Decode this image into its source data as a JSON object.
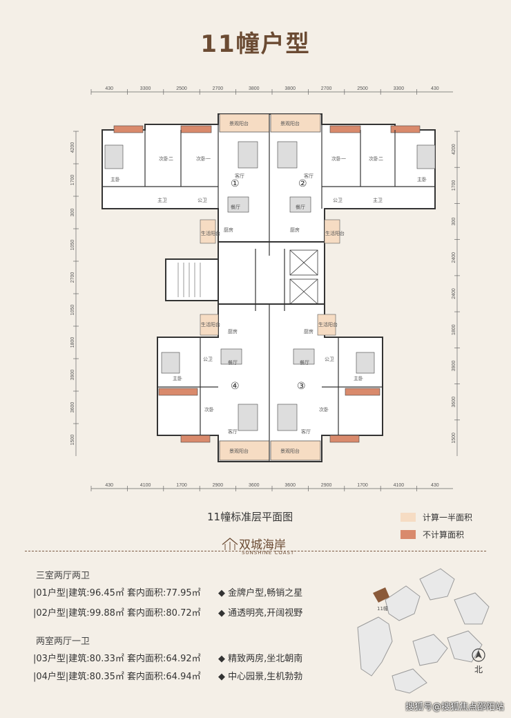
{
  "title": "11幢户型",
  "floorplan": {
    "top_dims": [
      "430",
      "3300",
      "2500",
      "2700",
      "3800",
      "3800",
      "2700",
      "2500",
      "3300",
      "430"
    ],
    "bottom_dims": [
      "430",
      "4100",
      "1700",
      "2900",
      "3600",
      "3600",
      "2900",
      "1700",
      "4100",
      "430"
    ],
    "left_dims": [
      "4200",
      "1700",
      "300",
      "1050",
      "2700",
      "1050",
      "1800",
      "3900",
      "3600",
      "1500"
    ],
    "right_dims": [
      "4200",
      "1700",
      "300",
      "2400",
      "2400",
      "1800",
      "3900",
      "3600",
      "1500"
    ],
    "unit_numbers": [
      "①",
      "②",
      "④",
      "③"
    ],
    "room_labels": {
      "view_balcony": "景观阳台",
      "master_bedroom": "主卧",
      "second_bedroom_1": "次卧一",
      "second_bedroom_2": "次卧二",
      "second_bedroom": "次卧",
      "living_room": "客厅",
      "dining_room": "餐厅",
      "kitchen": "厨房",
      "master_bath": "主卫",
      "public_bath": "公卫",
      "utility_balcony": "生活阳台"
    }
  },
  "plan_caption": "11幢标准层平面图",
  "legend": [
    {
      "label": "计算一半面积",
      "color": "#f6dcc3"
    },
    {
      "label": "不计算面积",
      "color": "#d98a6c"
    }
  ],
  "logo": {
    "cn": "双城海岸",
    "en": "SUNSHINE COAST"
  },
  "groups": [
    {
      "title": "三室两厅两卫",
      "units": [
        {
          "text": "|01户型|建筑:96.45㎡ 套内面积:77.95㎡",
          "feature": "◆ 金牌户型,畅销之星"
        },
        {
          "text": "|02户型|建筑:99.88㎡ 套内面积:80.72㎡",
          "feature": "◆ 通透明亮,开阔视野"
        }
      ]
    },
    {
      "title": "两室两厅一卫",
      "units": [
        {
          "text": "|03户型|建筑:80.33㎡ 套内面积:64.92㎡",
          "feature": "◆ 精致两房,坐北朝南"
        },
        {
          "text": "|04户型|建筑:80.35㎡ 套内面积:64.94㎡",
          "feature": "◆ 中心园景,生机勃勃"
        }
      ]
    }
  ],
  "sitemap": {
    "north_label": "北",
    "building_label": "11幢"
  },
  "watermark": "搜狐号@搜狐焦点邵阳站"
}
